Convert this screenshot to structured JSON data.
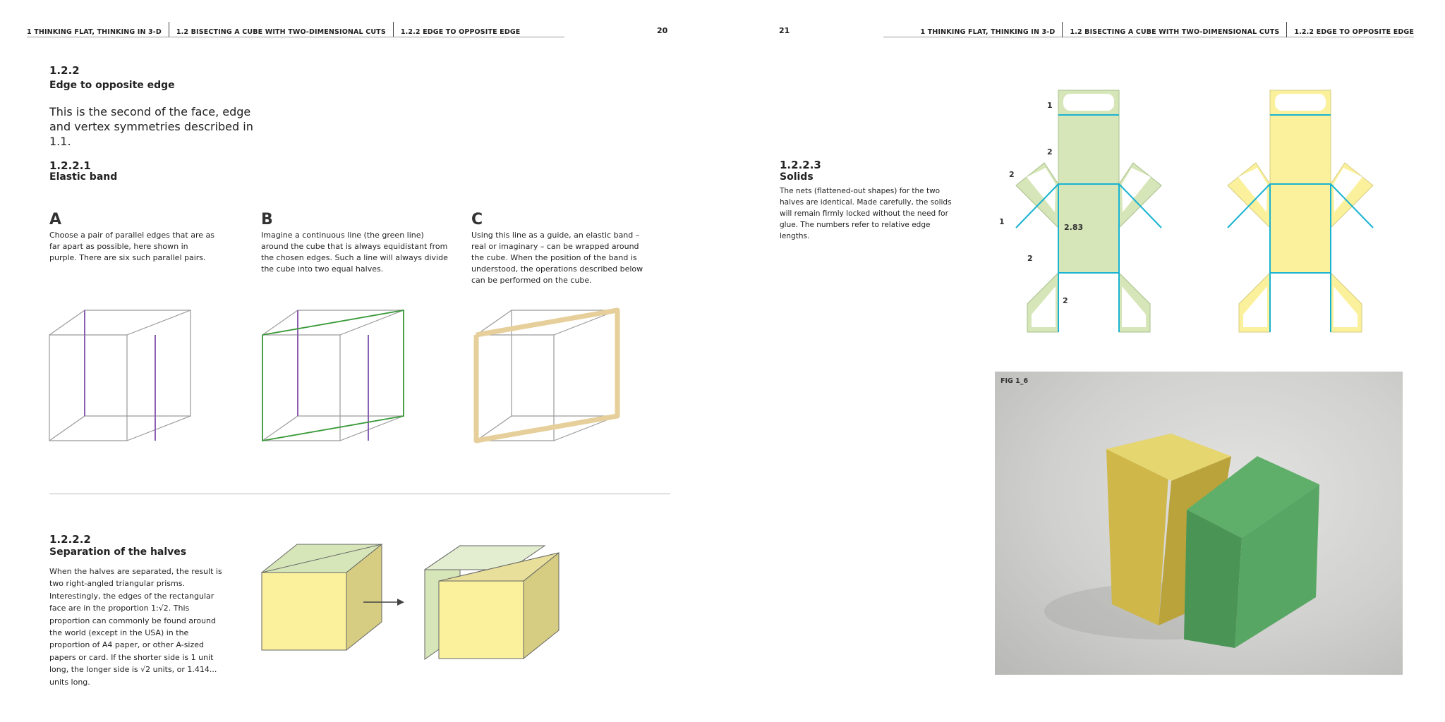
{
  "left_page": {
    "header": {
      "chapter": "1   THINKING FLAT, THINKING IN 3-D",
      "section": "1.2   BISECTING A CUBE WITH TWO-DIMENSIONAL CUTS",
      "subsection": "1.2.2   EDGE TO OPPOSITE EDGE"
    },
    "page_number": "20",
    "section_number": "1.2.2",
    "section_title": "Edge to opposite edge",
    "intro": "This is the second of the face, edge and vertex symmetries described in 1.1.",
    "elastic": {
      "number": "1.2.2.1",
      "title": "Elastic band"
    },
    "steps": [
      {
        "letter": "A",
        "text": "Choose a pair of parallel edges that are as far apart as possible, here shown in purple. There are six such parallel pairs."
      },
      {
        "letter": "B",
        "text": "Imagine a continuous line (the green line) around the cube that is always equidistant from the chosen edges. Such a line will always divide the cube into two equal halves."
      },
      {
        "letter": "C",
        "text": "Using this line as a guide, an elastic band – real or imaginary – can be wrapped around the cube. When the position of the band is understood, the operations described below can be performed on the cube."
      }
    ],
    "separation": {
      "number": "1.2.2.2",
      "title": "Separation of the halves",
      "text": "When the halves are separated, the result is two right-angled triangular prisms. Interestingly, the edges of the rectangular face are in the proportion 1:√2. This proportion can commonly be found around the world (except in the USA) in the proportion of A4 paper, or other A-sized papers or card. If the shorter side is 1 unit long, the longer side is √2 units, or 1.414... units long."
    }
  },
  "right_page": {
    "header": {
      "chapter": "1   THINKING FLAT, THINKING IN 3-D",
      "section": "1.2   BISECTING A CUBE WITH TWO-DIMENSIONAL CUTS",
      "subsection": "1.2.2   EDGE TO OPPOSITE EDGE"
    },
    "page_number": "21",
    "solids": {
      "number": "1.2.2.3",
      "title": "Solids",
      "text": "The nets (flattened-out shapes) for the two halves are identical. Made carefully, the solids will remain firmly locked without the need for glue. The numbers refer to relative edge lengths."
    },
    "net_labels": [
      "1",
      "2",
      "2",
      "1",
      "2.83",
      "2",
      "2"
    ],
    "figure_label": "FIG 1_6"
  },
  "colors": {
    "purple": "#8a5fb3",
    "green": "#3a9a3a",
    "tan": "#e6cf9a",
    "net_green": "#d7e6b9",
    "net_yellow": "#fbf19c",
    "cyan": "#19b3d1",
    "prism_yellow": "#d8c450",
    "prism_green": "#4f9c5a"
  }
}
